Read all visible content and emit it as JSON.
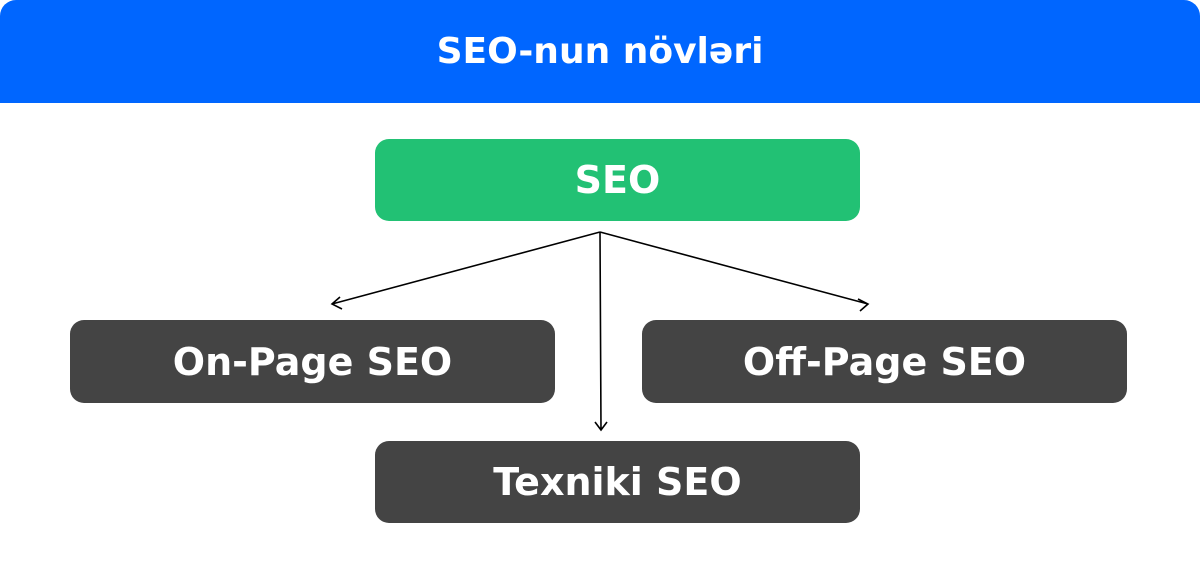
{
  "title": "SEO-nun növləri",
  "root": {
    "label": "SEO"
  },
  "children": [
    {
      "label": "On-Page SEO"
    },
    {
      "label": "Off-Page SEO"
    },
    {
      "label": "Texniki SEO"
    }
  ],
  "colors": {
    "header": "#0066FF",
    "root": "#22C174",
    "child": "#444444",
    "arrow": "#000000"
  }
}
